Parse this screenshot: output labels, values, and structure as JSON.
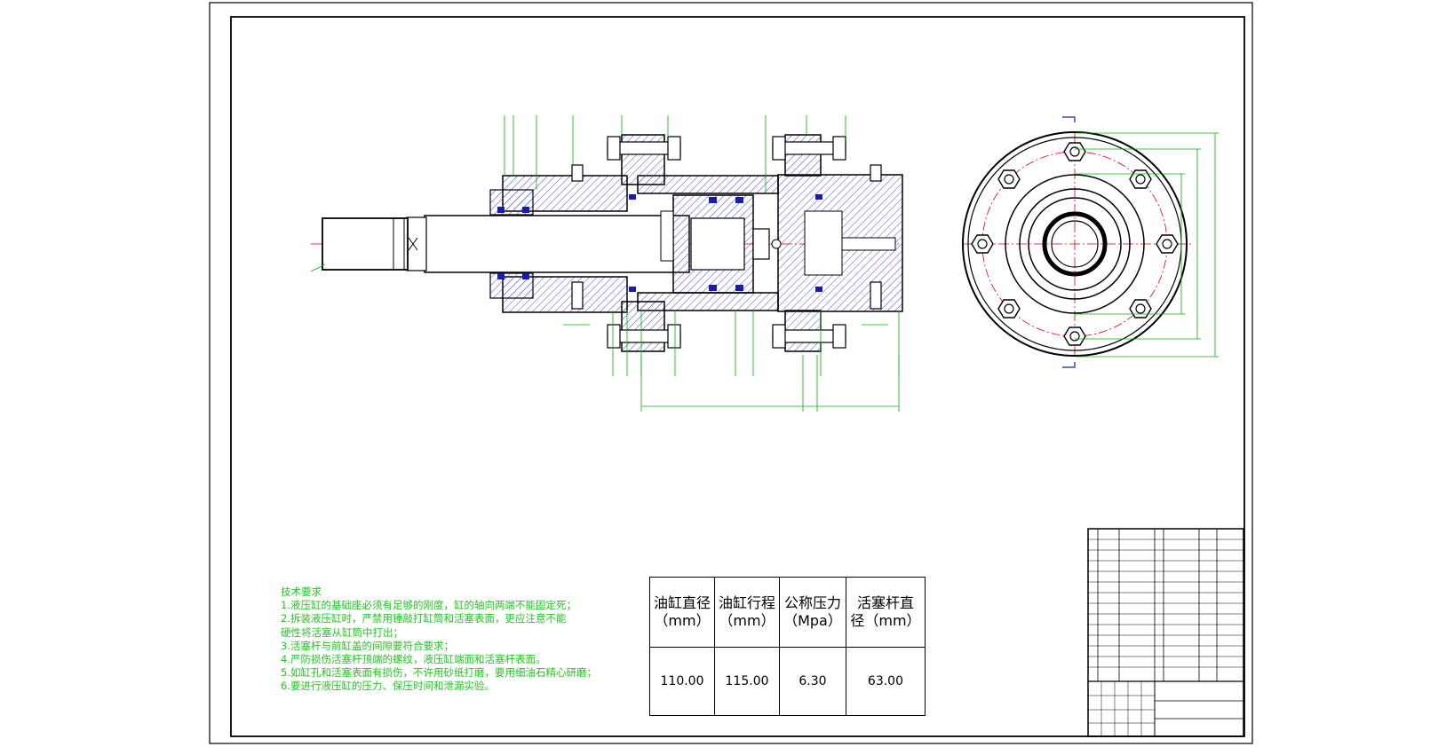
{
  "tech_requirements": {
    "title": "技术要求",
    "items": [
      "1.液压缸的基础座必须有足够的刚度，缸的轴向两端不能固定死；",
      "2.拆装液压缸时，严禁用锤敲打缸筒和活塞表面，更应注意不能",
      "硬性将活塞从缸筒中打出；",
      "3.活塞杆与前缸盖的间隙要符合要求；",
      "4.严防损伤活塞杆顶端的螺纹，液压缸端面和活塞杆表面。",
      "5.如缸孔和活塞表面有损伤，不许用砂纸打磨，要用细油石精心研磨；",
      "6.要进行液压缸的压力、保压时间和泄漏实验。"
    ]
  },
  "spec_table": {
    "headers": [
      {
        "line1": "油缸直径",
        "line2": "（mm）"
      },
      {
        "line1": "油缸行程",
        "line2": "（mm）"
      },
      {
        "line1": "公称压力",
        "line2": "（Mpa）"
      },
      {
        "line1": "活塞杆直",
        "line2": "径（mm）"
      }
    ],
    "values": [
      "110.00",
      "115.00",
      "6.30",
      "63.00"
    ]
  },
  "colors": {
    "frame": "#000000",
    "hatch": "#4a4ad0",
    "dimension": "#00b000",
    "centerline": "#e00000",
    "seal": "#1a1ab0",
    "notes_text": "#22c422"
  }
}
